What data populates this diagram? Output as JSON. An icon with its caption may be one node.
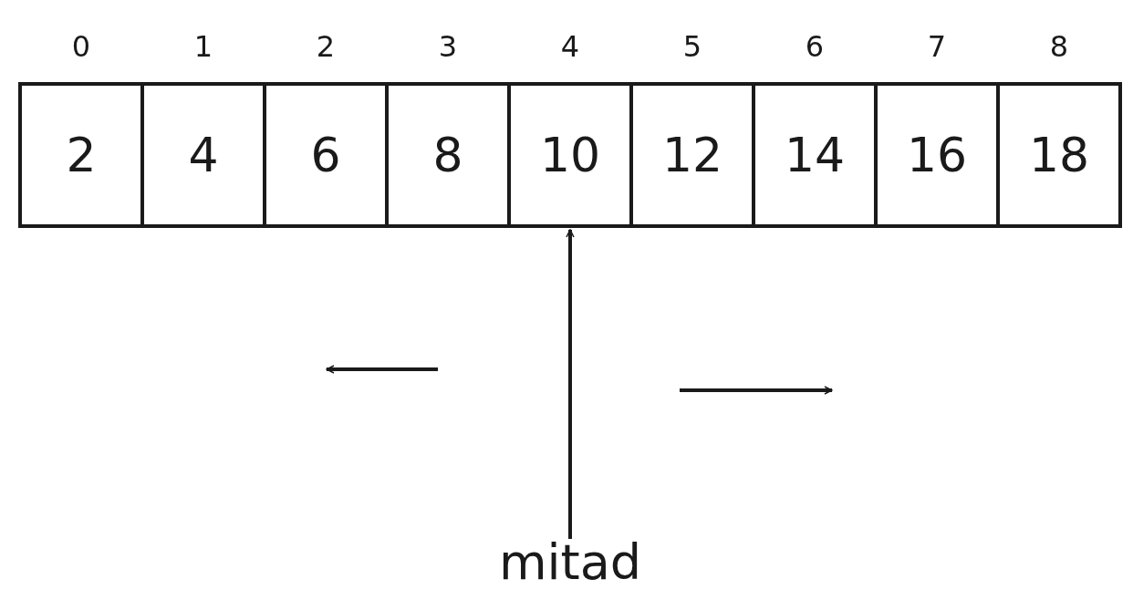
{
  "diagram": {
    "nodes": [
      {
        "text": [
          "2"
        ],
        "beside": [
          "0"
        ]
      },
      {
        "text": [
          "4"
        ],
        "beside": [
          "1"
        ]
      },
      {
        "text": [
          "6"
        ],
        "beside": [
          "2"
        ]
      },
      {
        "text": [
          "8"
        ],
        "beside": [
          "3"
        ]
      },
      {
        "text": [
          "10"
        ],
        "beside": [
          "4"
        ]
      },
      {
        "text": [
          "12"
        ],
        "beside": [
          "5"
        ]
      },
      {
        "text": [
          "14"
        ],
        "beside": [
          "6"
        ]
      },
      {
        "text": [
          "16"
        ],
        "beside": [
          "7"
        ]
      },
      {
        "text": [
          "18"
        ],
        "beside": [
          "8"
        ]
      },
      {
        "text": [
          "mitad"
        ]
      }
    ],
    "edges": [
      {
        "from": 9,
        "to": 4,
        "arrow": "to"
      }
    ]
  }
}
